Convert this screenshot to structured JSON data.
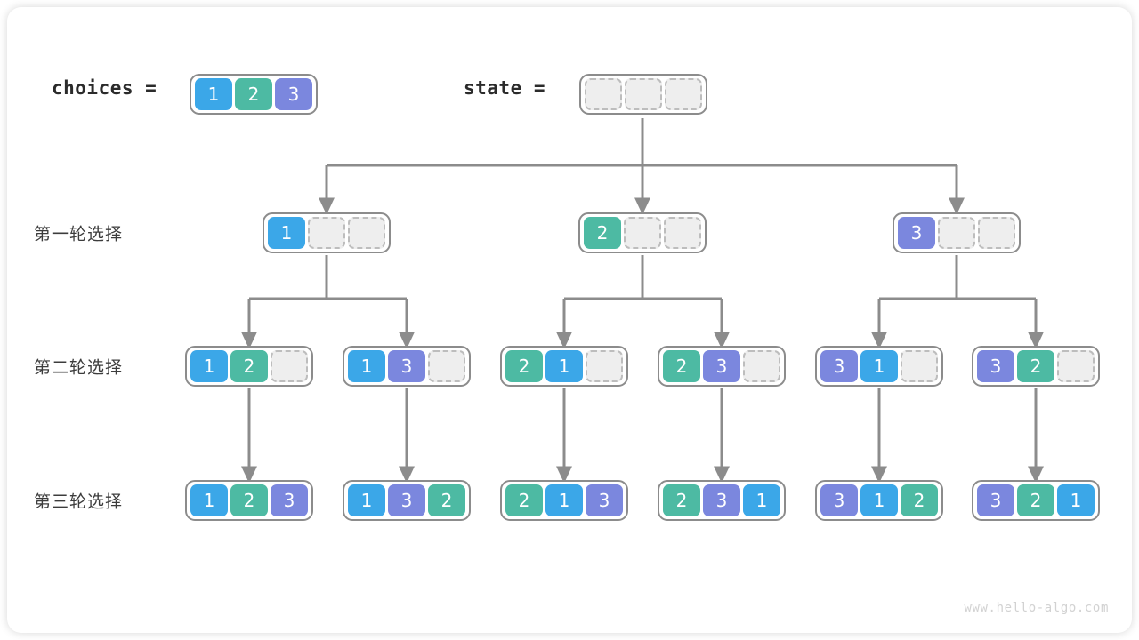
{
  "diagram": {
    "title": "permutation-backtracking-tree",
    "watermark": "www.hello-algo.com",
    "colors": {
      "value_1": "#3ba7e8",
      "value_2": "#4dbaa3",
      "value_3": "#7b87de",
      "empty_cell": "#eeeeee",
      "empty_border": "#bdbdbd",
      "box_border": "#8c8c8c",
      "connector": "#8c8c8c",
      "label_text": "#3c3c3c"
    }
  },
  "header": {
    "choices_label": "choices  =",
    "choices_values": [
      "1",
      "2",
      "3"
    ],
    "state_label": "state  =",
    "state_values": [
      "",
      "",
      ""
    ]
  },
  "rows": [
    {
      "label": "第一轮选择",
      "nodes": [
        {
          "values": [
            "1",
            "",
            ""
          ]
        },
        {
          "values": [
            "2",
            "",
            ""
          ]
        },
        {
          "values": [
            "3",
            "",
            ""
          ]
        }
      ]
    },
    {
      "label": "第二轮选择",
      "nodes": [
        {
          "values": [
            "1",
            "2",
            ""
          ]
        },
        {
          "values": [
            "1",
            "3",
            ""
          ]
        },
        {
          "values": [
            "2",
            "1",
            ""
          ]
        },
        {
          "values": [
            "2",
            "3",
            ""
          ]
        },
        {
          "values": [
            "3",
            "1",
            ""
          ]
        },
        {
          "values": [
            "3",
            "2",
            ""
          ]
        }
      ]
    },
    {
      "label": "第三轮选择",
      "nodes": [
        {
          "values": [
            "1",
            "2",
            "3"
          ]
        },
        {
          "values": [
            "1",
            "3",
            "2"
          ]
        },
        {
          "values": [
            "2",
            "1",
            "3"
          ]
        },
        {
          "values": [
            "2",
            "3",
            "1"
          ]
        },
        {
          "values": [
            "3",
            "1",
            "2"
          ]
        },
        {
          "values": [
            "3",
            "2",
            "1"
          ]
        }
      ]
    }
  ]
}
